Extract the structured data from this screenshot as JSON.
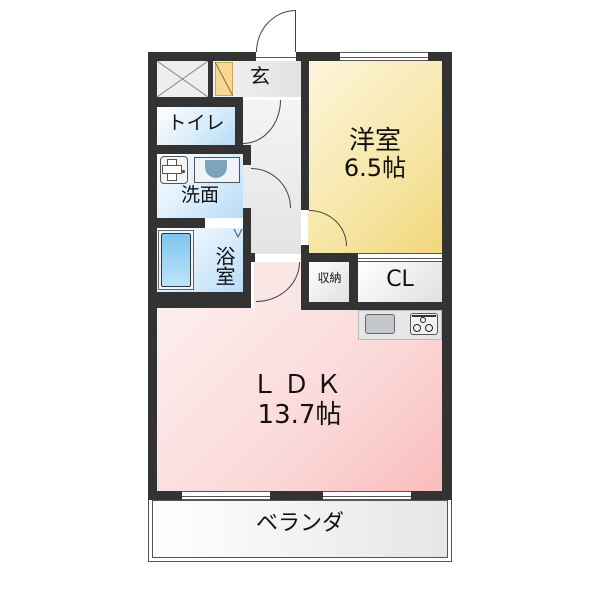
{
  "floorplan": {
    "rooms": {
      "western_room": {
        "name": "洋室",
        "size": "6.5帖",
        "color": "#f5e6a8"
      },
      "ldk": {
        "name": "ＬＤＫ",
        "size": "13.7帖",
        "color": "#fbd6d6"
      },
      "entrance": {
        "name": "玄"
      },
      "toilet": {
        "name": "トイレ"
      },
      "washroom": {
        "name": "洗面"
      },
      "bathroom": {
        "name": "浴室"
      },
      "storage": {
        "name": "収納"
      },
      "closet": {
        "name": "CL"
      },
      "balcony": {
        "name": "ベランダ"
      }
    },
    "colors": {
      "wall": "#333333",
      "wet_area": "#d4eafa",
      "hallway": "#e8e8e8",
      "shoe_box": "#f8d890"
    }
  }
}
